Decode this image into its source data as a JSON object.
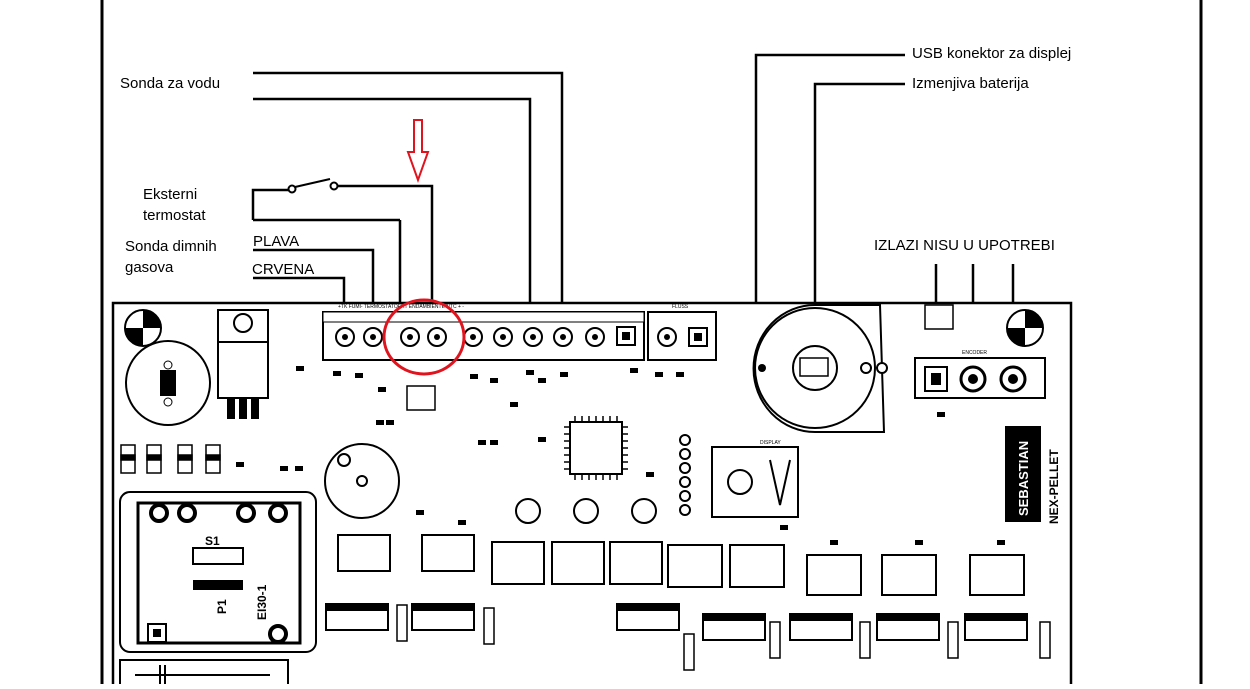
{
  "labels": {
    "sonda_za_vodu": "Sonda za vodu",
    "eksterni_1": "Eksterni",
    "eksterni_2": "termostat",
    "sonda_dim_1": "Sonda dimnih",
    "sonda_dim_2": "gasova",
    "plava": "PLAVA",
    "crvena": "CRVENA",
    "usb": "USB konektor za displej",
    "baterija": "Izmenjiva baterija",
    "izlazi": "IZLAZI NISU U UPOTREBI"
  },
  "board": {
    "brand": "SEBASTIAN",
    "model": "NEX-PELLET",
    "trafo": "EI30-1",
    "s1": "S1",
    "p1": "P1",
    "terminal_header": "+TK FUMI-  TERMOSTATOEXT  ENDAMBIENTE  NTC   +   -",
    "display_label": "DISPLAY",
    "encoder_label": "ENCODER",
    "flussi_label": "FLUSS"
  },
  "colors": {
    "highlight": "#e0141e",
    "wire": "#000000",
    "board_fill": "#ffffff"
  }
}
